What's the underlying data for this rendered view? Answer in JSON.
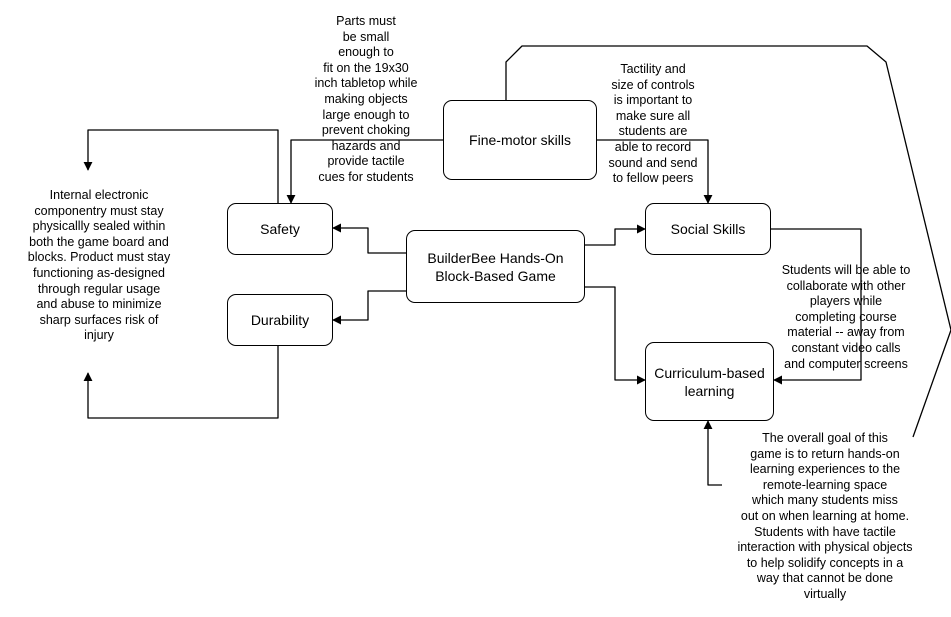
{
  "nodes": {
    "center": {
      "lines": [
        "BuilderBee Hands-On",
        "Block-Based Game"
      ]
    },
    "safety": {
      "lines": [
        "Safety"
      ]
    },
    "durability": {
      "lines": [
        "Durability"
      ]
    },
    "fine_motor": {
      "lines": [
        "Fine-motor skills"
      ]
    },
    "social": {
      "lines": [
        "Social Skills"
      ]
    },
    "curriculum": {
      "lines": [
        "Curriculum-based",
        "learning"
      ]
    }
  },
  "notes": {
    "parts": {
      "lines": [
        "Parts must",
        "be small",
        "enough to",
        "fit on the 19x30",
        "inch tabletop while",
        "making objects",
        "large enough to",
        "prevent choking",
        "hazards and",
        "provide tactile",
        "cues for students"
      ]
    },
    "tactility": {
      "lines": [
        "Tactility and",
        "size of controls",
        "is important to",
        "make sure all",
        "students are",
        "able to record",
        "sound and send",
        "to fellow peers"
      ]
    },
    "internal": {
      "lines": [
        "Internal electronic",
        "componentry must stay",
        "physicallly sealed within",
        "both the game board and",
        "blocks. Product must stay",
        "functioning as-designed",
        "through regular usage",
        "and abuse to minimize",
        "sharp surfaces risk of",
        "injury"
      ]
    },
    "collab": {
      "lines": [
        "Students will be able to",
        "collaborate with other",
        "players while",
        "completing course",
        "material -- away from",
        "constant video calls",
        "and computer screens"
      ]
    },
    "goal": {
      "lines": [
        "The overall goal of this",
        "game is to return hands-on",
        "learning experiences to the",
        "remote-learning space",
        "which many students miss",
        "out on when learning at home.",
        "Students with have tactile",
        "interaction with physical objects",
        "to help solidify concepts in a",
        "way that cannot be done",
        "virtually"
      ]
    }
  },
  "edges": [
    {
      "from": "center",
      "to": "safety"
    },
    {
      "from": "center",
      "to": "durability"
    },
    {
      "from": "center",
      "to": "social"
    },
    {
      "from": "center",
      "to": "curriculum"
    },
    {
      "from": "fine_motor",
      "to": "safety"
    },
    {
      "from": "fine_motor",
      "to": "social"
    },
    {
      "from": "safety",
      "to": "internal"
    },
    {
      "from": "durability",
      "to": "internal"
    },
    {
      "from": "social",
      "to": "curriculum"
    },
    {
      "from": "goal",
      "to": "curriculum"
    },
    {
      "from": "fine_motor",
      "to": "goal"
    }
  ]
}
